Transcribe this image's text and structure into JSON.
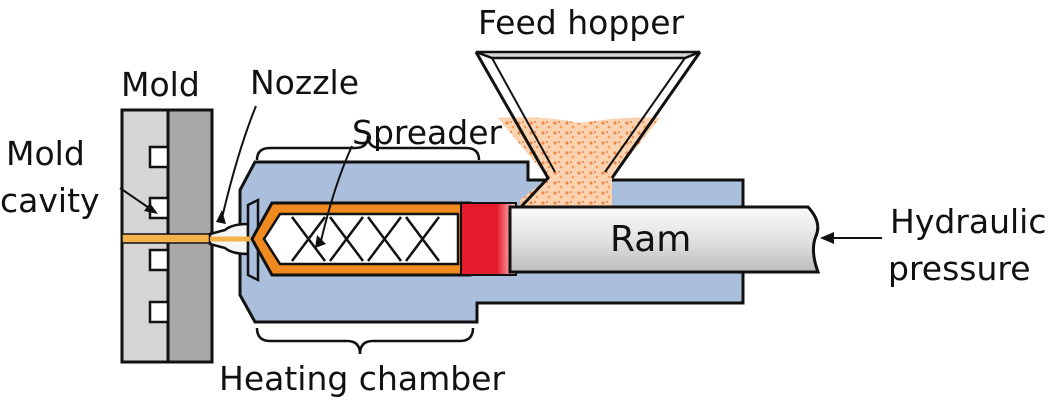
{
  "labels": {
    "feed_hopper": "Feed hopper",
    "mold": "Mold",
    "nozzle": "Nozzle",
    "spreader": "Spreader",
    "mold_cavity_line1": "Mold",
    "mold_cavity_line2": "cavity",
    "hydraulic_line1": "Hydraulic",
    "hydraulic_line2": "pressure",
    "ram": "Ram",
    "heating_chamber": "Heating chamber"
  },
  "colors": {
    "barrel_fill": "#aabfdc",
    "mold_fill_light": "#d6d6d6",
    "mold_fill_dark": "#a8a8a8",
    "spreader_fill": "#f08a1e",
    "melt_red": "#e41b2c",
    "feed_material": "#f2a064",
    "ram_fill": "#e8e8e8",
    "melt_stream": "#f3b24a"
  }
}
